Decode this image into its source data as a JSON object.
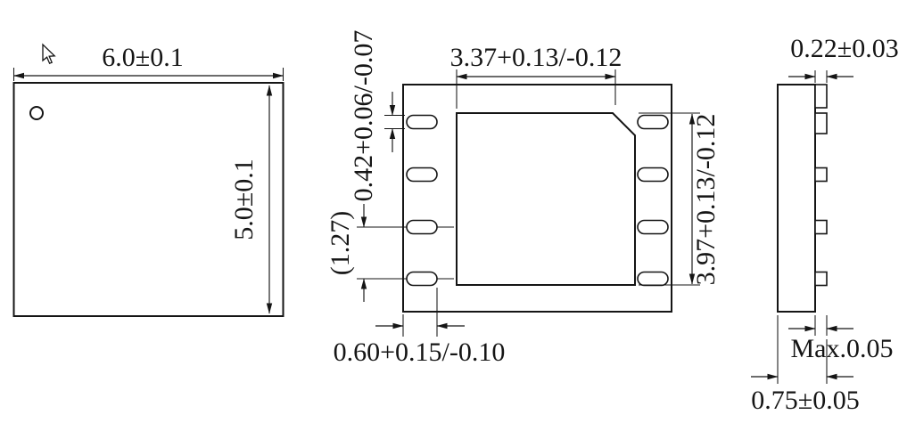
{
  "colors": {
    "line": "#151515",
    "background": "#ffffff"
  },
  "icons": {
    "cursor": "mouse-pointer"
  },
  "top_view": {
    "width": "6.0±0.1",
    "height": "5.0±0.1"
  },
  "bottom_view": {
    "epad_width": "3.37+0.13/-0.12",
    "epad_height": "3.97+0.13/-0.12",
    "lead_width": "0.42+0.06/-0.07",
    "lead_pitch": "(1.27)",
    "lead_length": "0.60+0.15/-0.10"
  },
  "side_view": {
    "lead_thickness": "0.22±0.03",
    "standoff_max": "Max.0.05",
    "thickness": "0.75±0.05"
  }
}
